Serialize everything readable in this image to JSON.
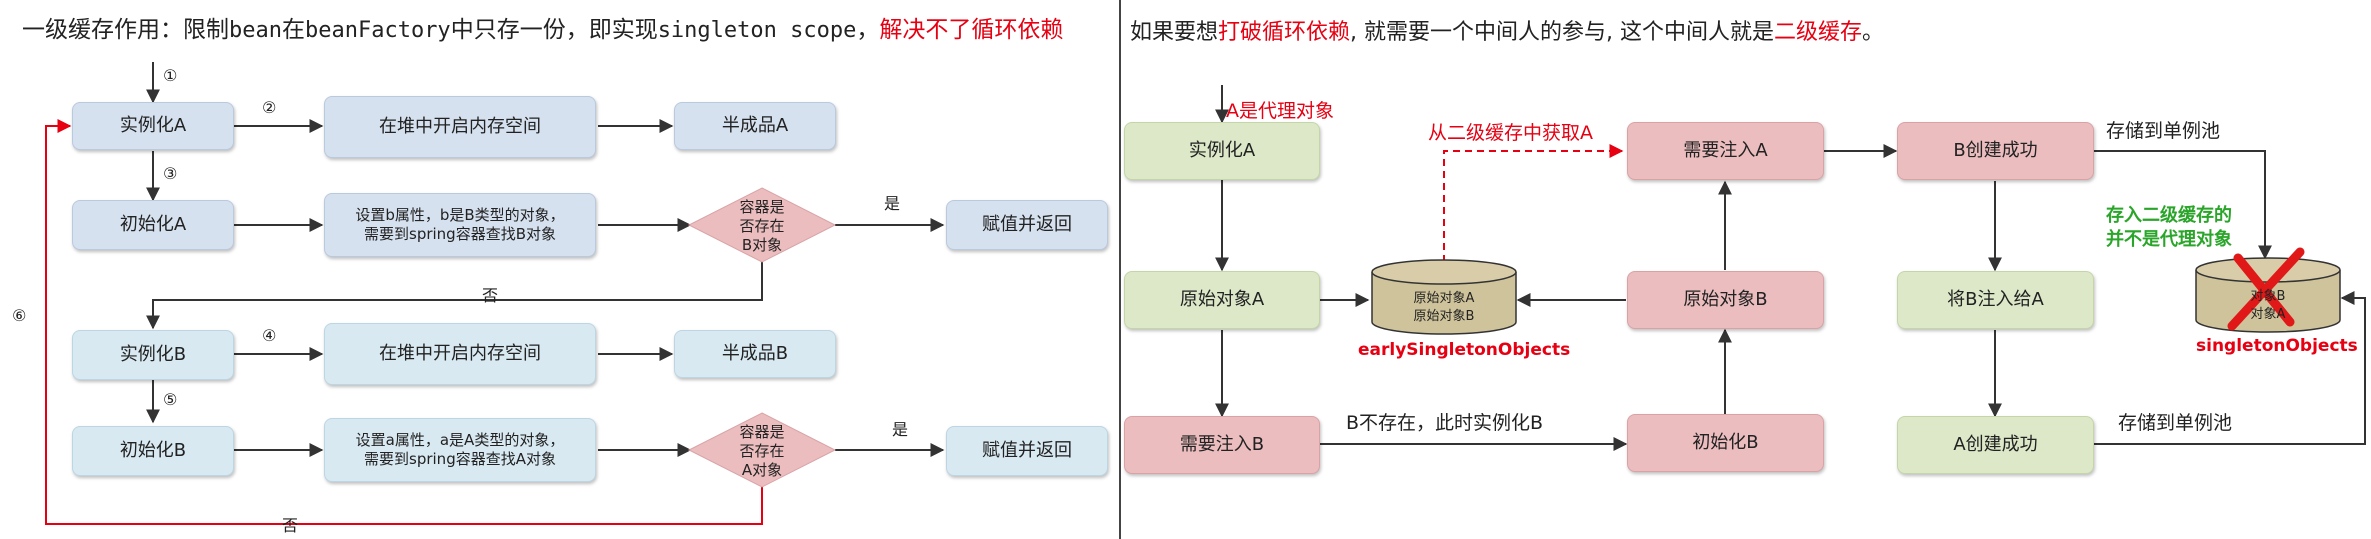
{
  "left": {
    "title": {
      "part1": "一级缓存作用：限制",
      "code1": "bean",
      "part2": "在",
      "code2": "beanFactory",
      "part3": "中只存一份，即实现",
      "code3": "singleton scope",
      "part4": "，",
      "red": "解决不了循环依赖"
    },
    "nodes": {
      "instantiate_a": "实例化A",
      "heap_a": "在堆中开启内存空间",
      "semi_a": "半成品A",
      "init_a": "初始化A",
      "set_b_line1": "设置b属性，b是B类型的对象，",
      "set_b_line2": "需要到spring容器查找B对象",
      "check_b_l1": "容器是",
      "check_b_l2": "否存在",
      "check_b_l3": "B对象",
      "assign_a": "赋值并返回",
      "instantiate_b": "实例化B",
      "heap_b": "在堆中开启内存空间",
      "semi_b": "半成品B",
      "init_b": "初始化B",
      "set_a_line1": "设置a属性，a是A类型的对象，",
      "set_a_line2": "需要到spring容器查找A对象",
      "check_a_l1": "容器是",
      "check_a_l2": "否存在",
      "check_a_l3": "A对象",
      "assign_b": "赋值并返回"
    },
    "steps": {
      "s1": "①",
      "s2": "②",
      "s3": "③",
      "s4": "④",
      "s5": "⑤",
      "s6": "⑥"
    },
    "yes1": "是",
    "no1": "否",
    "yes2": "是",
    "no2": "否"
  },
  "right": {
    "title": {
      "part1": "如果要想",
      "red1": "打破循环依赖",
      "part2": ", 就需要一个中间人的参与, 这个中间人就是",
      "red2": "二级缓存",
      "part3": "。"
    },
    "nodes": {
      "instantiate_a": "实例化A",
      "raw_a": "原始对象A",
      "need_b": "需要注入B",
      "need_a": "需要注入A",
      "raw_b": "原始对象B",
      "init_b": "初始化B",
      "b_created": "B创建成功",
      "inject_b_to_a": "将B注入给A",
      "a_created": "A创建成功"
    },
    "cache_early": {
      "line1": "原始对象A",
      "line2": "原始对象B",
      "name": "earlySingletonObjects"
    },
    "cache_singleton": {
      "line1": "对象B",
      "line2": "对象A",
      "name": "singletonObjects"
    },
    "labels": {
      "a_is_proxy": "A是代理对象",
      "get_from_l2": "从二级缓存中获取A",
      "b_not_exist": "B不存在，此时实例化B",
      "store_pool_1": "存储到单例池",
      "store_pool_2": "存储到单例池",
      "proxy_note_1": "存入二级缓存的",
      "proxy_note_2": "并不是代理对象"
    }
  },
  "colors": {
    "red": "#e60012",
    "green": "#2aa52a",
    "blue_node": "#d6e1ef",
    "cyan_node": "#d8e9f1",
    "pink_node": "#ebbdbf",
    "green_node": "#dce8c8",
    "cylinder": "#cfc39b"
  }
}
